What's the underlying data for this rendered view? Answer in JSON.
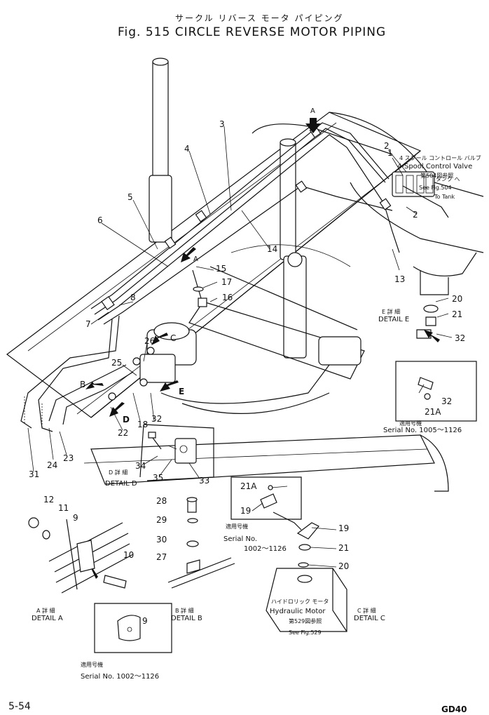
{
  "header": {
    "title_jp": "サークル リバース モータ パイピング",
    "title": "Fig. 515  CIRCLE REVERSE MOTOR PIPING"
  },
  "callouts": [
    "1",
    "2",
    "3",
    "4",
    "5",
    "6",
    "7",
    "8",
    "14",
    "15",
    "16",
    "17",
    "13",
    "2",
    "20",
    "21",
    "32",
    "26",
    "25",
    "24",
    "23",
    "22",
    "31",
    "18",
    "32",
    "34",
    "35",
    "33",
    "12",
    "11",
    "9",
    "10",
    "28",
    "29",
    "30",
    "27",
    "21A",
    "19",
    "19",
    "21",
    "20",
    "32",
    "21A",
    "9"
  ],
  "annotations": {
    "valve_jp": "4 スプール コントロール バルブ",
    "valve": "4-Spool Control Valve",
    "valve_ref_jp": "第504図参照",
    "valve_ref": "See Fig.504",
    "tank_jp": "タンク へ",
    "tank": "To Tank",
    "arrow_a": "A",
    "arrow_a2": "A",
    "arrow_b": "B",
    "arrow_c": "C",
    "arrow_d": "D",
    "arrow_e": "E",
    "motor_jp": "ハイドロリック モータ",
    "motor": "Hydraulic Motor",
    "motor_ref_jp": "第529図参照",
    "motor_ref": "See Fig.529"
  },
  "details": {
    "a_jp": "A 詳 細",
    "a": "DETAIL A",
    "b_jp": "B 詳 細",
    "b": "DETAIL B",
    "c_jp": "C 詳 細",
    "c": "DETAIL C",
    "d_jp": "D 詳 細",
    "d": "DETAIL D",
    "e_jp": "E 詳 細",
    "e": "DETAIL E"
  },
  "serials": {
    "applicable_jp_1": "適用号機",
    "serial_1": "Serial No. 1005～1126",
    "applicable_jp_2": "適用号機",
    "serial_2_label": "Serial No.",
    "serial_2_range": "1002～1126",
    "applicable_jp_3": "適用号機",
    "serial_3": "Serial No. 1002～1126"
  },
  "footer": {
    "page": "5-54",
    "model": "GD40"
  }
}
